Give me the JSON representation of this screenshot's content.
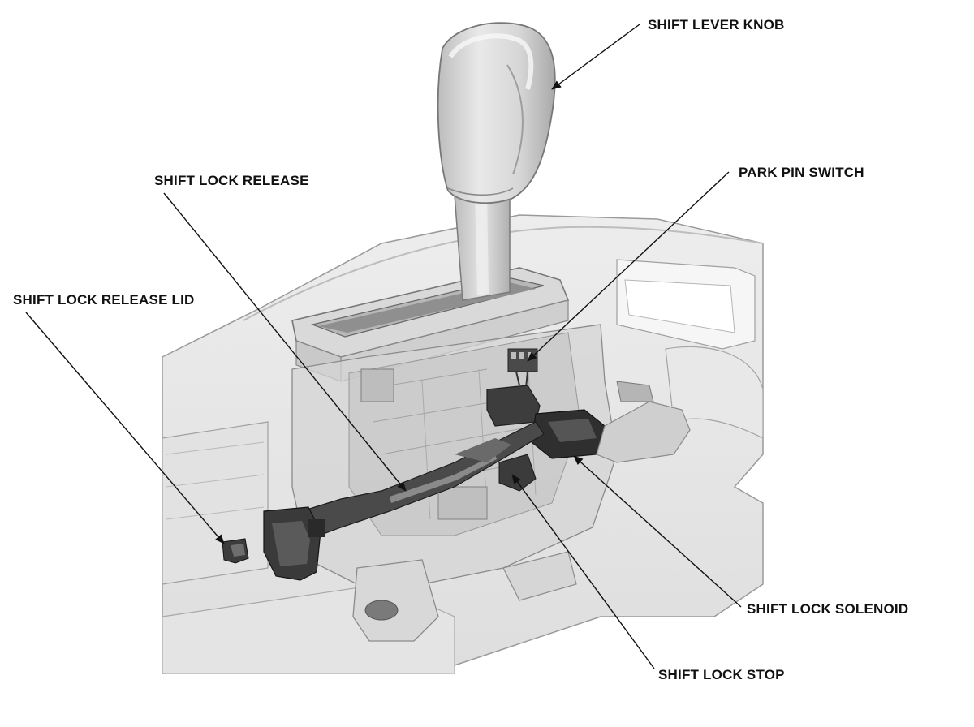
{
  "callouts": {
    "shift_lever_knob": "SHIFT LEVER KNOB",
    "park_pin_switch": "PARK PIN SWITCH",
    "shift_lock_release": "SHIFT LOCK RELEASE",
    "shift_lock_release_lid": "SHIFT LOCK RELEASE LID",
    "shift_lock_solenoid": "SHIFT LOCK SOLENOID",
    "shift_lock_stop": "SHIFT LOCK STOP"
  },
  "colors": {
    "background": "#ffffff",
    "console_fill": "#e6e6e6",
    "part_fill": "#d2d2d2",
    "dark_part": "#3a3a3a",
    "leader_line": "#111111",
    "label_text": "#111111"
  },
  "icons": {
    "arrowhead": "arrowhead-icon"
  }
}
